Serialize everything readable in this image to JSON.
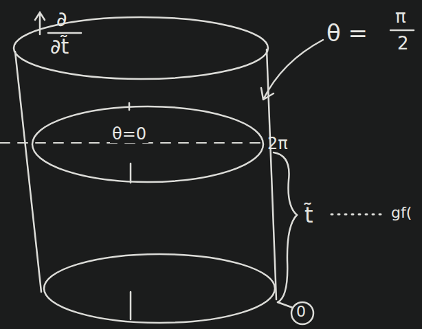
{
  "diagram": {
    "labels": [
      "∂",
      "∂t̃",
      "θ =",
      "π",
      "2",
      "θ=0",
      "2π",
      "t̃",
      "0",
      "gf("
    ]
  }
}
